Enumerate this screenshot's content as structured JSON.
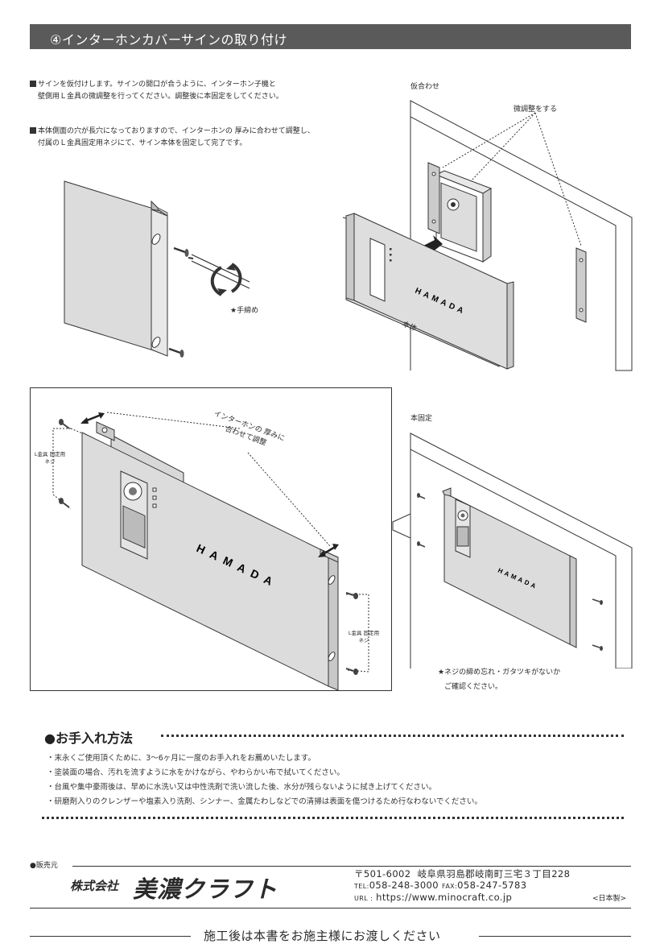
{
  "header": {
    "title": "④インターホンカバーサインの取り付け"
  },
  "instructions": [
    {
      "line1": "サインを仮付けします。サインの開口が合うように、インターホン子機と",
      "line2": "壁側用Ｌ金具の微調整を行ってください。調整後に本固定をしてください。"
    },
    {
      "line1": "本体側面の穴が長穴になっておりますので、インターホンの 厚みに合わせて調整し、",
      "line2": "付属のＬ金具固定用ネジにて、サイン本体を固定して完了です。"
    }
  ],
  "figures": {
    "fig1": {
      "label": "★手締め"
    },
    "fig2": {
      "caption": "仮合わせ",
      "note": "微調整をする",
      "sign_text": "HAMADA",
      "body_label": "本体"
    },
    "fig3": {
      "note_line1": "インターホンの 厚みに",
      "note_line2": "合わせて調整",
      "bracket_screw_label": "L金具 固定用ネジ",
      "sign_text": "HAMADA"
    },
    "fig4": {
      "caption": "本固定",
      "sign_text": "HAMADA",
      "note_line1": "★ネジの締め忘れ・ガタツキがないか",
      "note_line2": "ご確認ください。"
    }
  },
  "care": {
    "title": "●お手入れ方法",
    "items": [
      "・末永くご使用頂くために、3〜6ヶ月に一度のお手入れをお薦めいたします。",
      "・塗装面の場合、汚れを流すように水をかけながら、やわらかい布で拭いてください。",
      "・台風や集中豪雨後は、早めに水洗い又は中性洗剤で洗い流した後、水分が残らないように拭き上げてください。",
      "・研磨剤入りのクレンザーや塩素入り洗剤、シンナー、金属たわしなどでの清掃は表面を傷つけるため行なわないでください。"
    ]
  },
  "seller": {
    "label": "●販売元",
    "company_prefix": "株式会社",
    "company_name": "美濃クラフト",
    "postal": "〒501-6002",
    "address": "岐阜県羽島郡岐南町三宅３丁目228",
    "tel_label": "TEL:",
    "tel": "058-248-3000",
    "fax_label": "FAX:",
    "fax": "058-247-5783",
    "url_label": "URL :",
    "url": "https://www.minocraft.co.jp",
    "origin": "<日本製>"
  },
  "footer": {
    "text": "施工後は本書をお施主様にお渡しください"
  }
}
